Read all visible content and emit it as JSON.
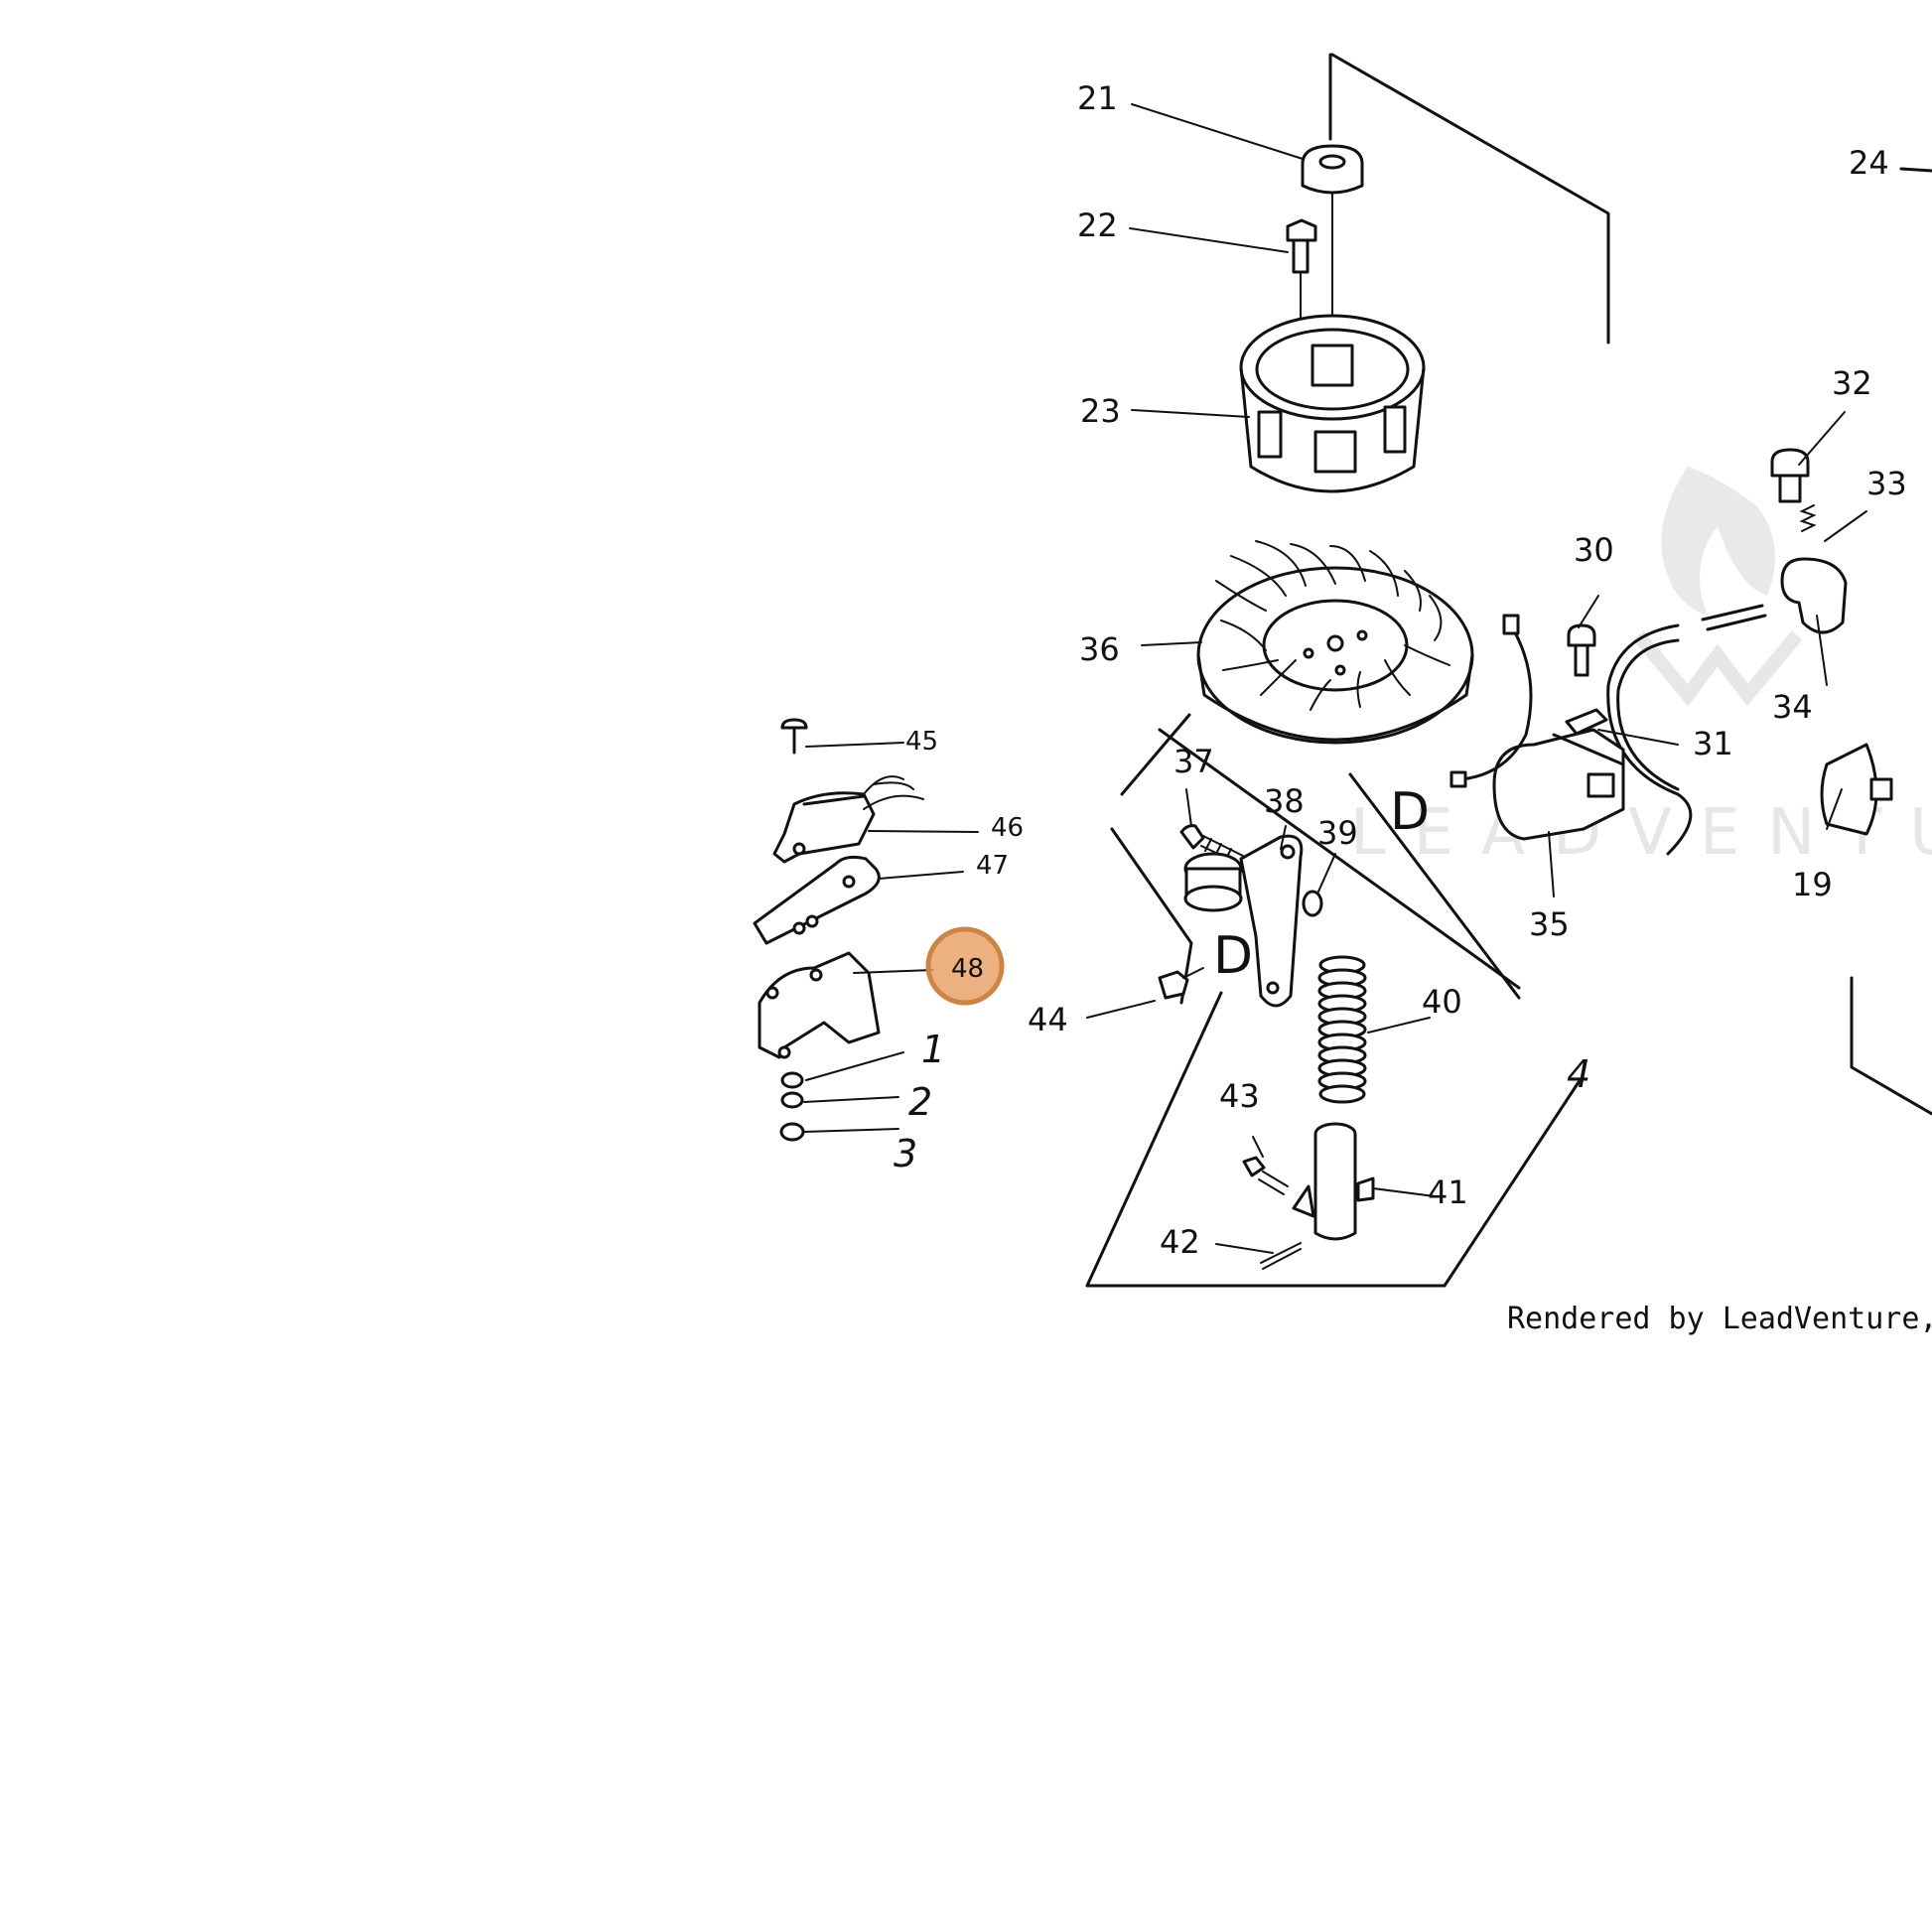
{
  "diagram": {
    "credit": "Rendered by LeadVenture, Inc.",
    "watermark_text": "LEADVENTURE",
    "highlighted_part": "48",
    "highlight_color": "#e8a36b",
    "reference_letter": "D",
    "labels": {
      "p1": "1",
      "p2": "2",
      "p3": "3",
      "p4": "4",
      "p19": "19",
      "p21": "21",
      "p22": "22",
      "p23": "23",
      "p24": "24",
      "p30": "30",
      "p31": "31",
      "p32": "32",
      "p33": "33",
      "p34": "34",
      "p35": "35",
      "p36": "36",
      "p37": "37",
      "p38": "38",
      "p39": "39",
      "p40": "40",
      "p41": "41",
      "p42": "42",
      "p43": "43",
      "p44": "44",
      "p45": "45",
      "p46": "46",
      "p47": "47",
      "p48": "48"
    }
  }
}
